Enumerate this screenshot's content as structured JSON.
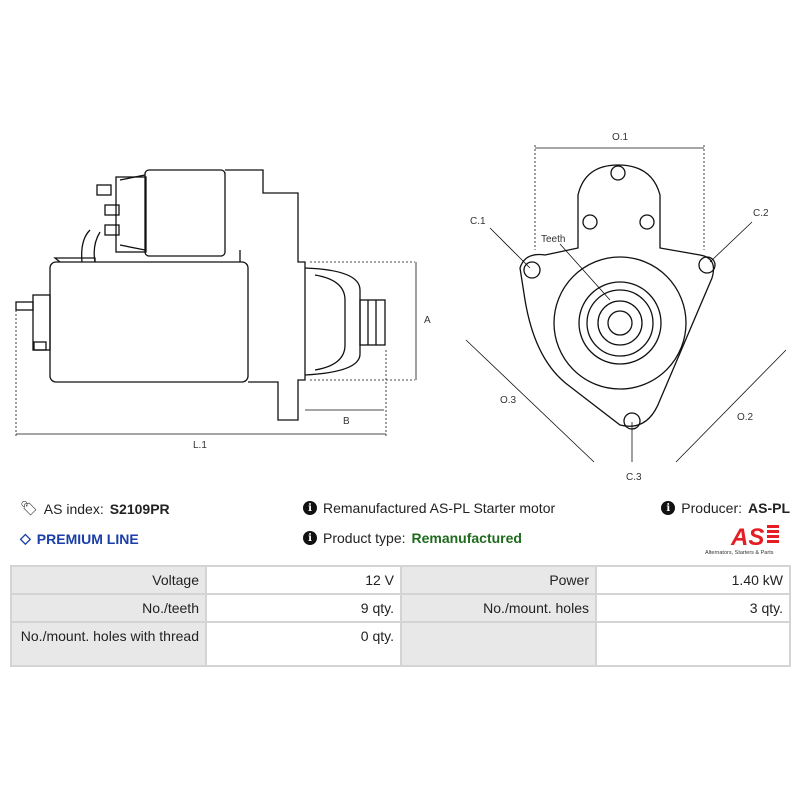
{
  "diagram": {
    "labels": {
      "o1": "O.1",
      "o2": "O.2",
      "o3": "O.3",
      "c1": "C.1",
      "c2": "C.2",
      "c3": "C.3",
      "teeth": "Teeth",
      "a": "A",
      "b": "B",
      "l1": "L.1"
    }
  },
  "info": {
    "as_index_label": "AS index:",
    "as_index_value": "S2109PR",
    "premium": "PREMIUM LINE",
    "description": "Remanufactured AS-PL Starter motor",
    "product_type_label": "Product type:",
    "product_type_value": "Remanufactured",
    "producer_label": "Producer:",
    "producer_value": "AS-PL",
    "logo_text": "AS",
    "logo_tagline": "Alternators, Starters & Parts"
  },
  "colors": {
    "premium": "#1a3ea8",
    "product_type": "#1e6b1e",
    "logo": "#e31e24"
  },
  "specs": [
    [
      {
        "k": "Voltage",
        "v": "12 V"
      },
      {
        "k": "Power",
        "v": "1.40 kW"
      }
    ],
    [
      {
        "k": "No./teeth",
        "v": "9 qty."
      },
      {
        "k": "No./mount. holes",
        "v": "3 qty."
      }
    ],
    [
      {
        "k": "No./mount. holes with thread",
        "v": "0 qty."
      },
      {
        "k": "",
        "v": ""
      }
    ]
  ]
}
